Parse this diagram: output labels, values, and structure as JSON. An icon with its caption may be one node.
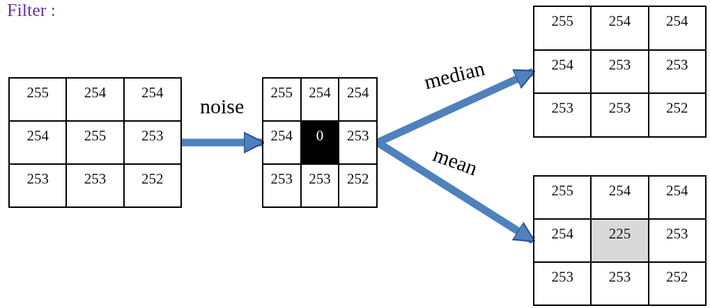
{
  "diagram": {
    "title": "Filter :",
    "nodes": [
      {
        "text": [
          "255",
          "254",
          "254",
          "254",
          "255",
          "253",
          "253",
          "253",
          "252"
        ]
      },
      {
        "text": [
          "255",
          "254",
          "254",
          "254",
          "0",
          "253",
          "253",
          "253",
          "252"
        ]
      },
      {
        "text": [
          "255",
          "254",
          "254",
          "254",
          "253",
          "253",
          "253",
          "253",
          "252"
        ]
      },
      {
        "text": [
          "255",
          "254",
          "254",
          "254",
          "225",
          "253",
          "253",
          "253",
          "252"
        ]
      }
    ],
    "edges": [
      {
        "from": 0,
        "to": 1,
        "arrow": "to",
        "label": "noise"
      },
      {
        "from": 1,
        "to": 2,
        "arrow": "to",
        "label": "median"
      },
      {
        "from": 1,
        "to": 3,
        "arrow": "to",
        "label": "mean"
      }
    ]
  }
}
